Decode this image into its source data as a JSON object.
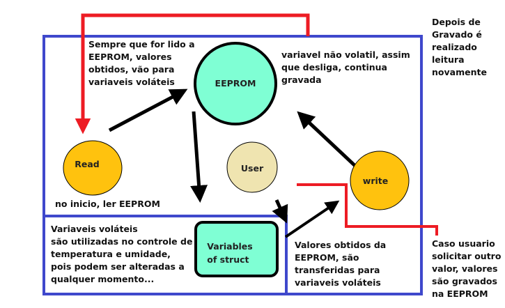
{
  "nodes": {
    "eeprom": {
      "label": "EEPROM",
      "color": "#7fffd4"
    },
    "read": {
      "label": "Read",
      "color": "#ffc20e"
    },
    "user": {
      "label": "User",
      "color": "#efe4b0"
    },
    "write": {
      "label": "write",
      "color": "#ffc20e"
    },
    "variables": {
      "label": "Variables\nof struct",
      "color": "#7fffd4"
    }
  },
  "notes": {
    "top_left": "Sempre que for lido a\nEEPROM, valores\nobtidos, vão para\nvariaveis voláteis",
    "top_middle": "variavel não volatil, assim\nque desliga, continua\ngravada",
    "top_right": "Depois de\nGravado é\nrealizado\nleitura\nnovamente",
    "read_caption": "no inicio, ler EEPROM",
    "bottom_left": "Variaveis voláteis\nsão utilizadas no controle de\ntemperatura e umidade,\npois podem ser alteradas a\nqualquer momento...",
    "bottom_middle": "Valores obtidos da\nEEPROM, são\ntransferidas para\nvariaveis voláteis",
    "bottom_right": "Caso usuario\nsolicitar outro\nvalor, valores\nsão gravados\nna EEPROM"
  },
  "colors": {
    "frame_blue": "#3f48cc",
    "connector_red": "#ed1c24",
    "arrow_black": "#000000",
    "node_outline": "#000000"
  }
}
